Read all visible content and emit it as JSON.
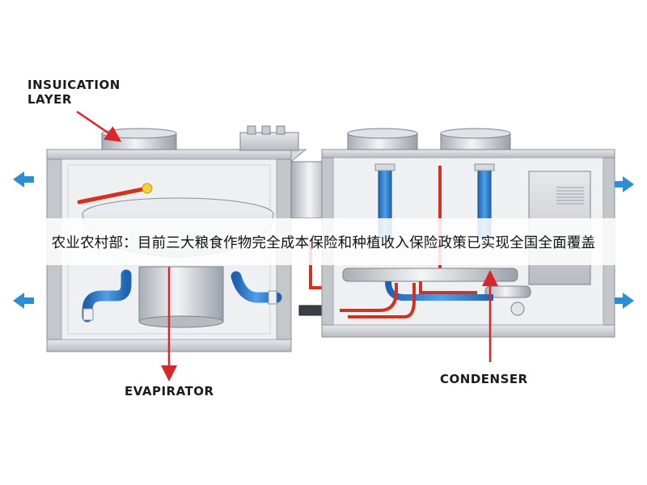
{
  "labels": {
    "insulation_line1": "INSUICATION",
    "insulation_line2": "LAYER",
    "evaporator": "EVAPIRATOR",
    "condenser": "CONDENSER"
  },
  "banner": {
    "text": "农业农村部：目前三大粮食作物完全成本保险和种植收入保险政策已实现全国全面覆盖"
  },
  "colors": {
    "callout_arrow": "#d9262a",
    "hot_pipe": "#d4321f",
    "cold_pipe": "#2f7fd0",
    "airflow_arrow": "#2b8fd6",
    "cabinet": "#c9ccd0"
  }
}
